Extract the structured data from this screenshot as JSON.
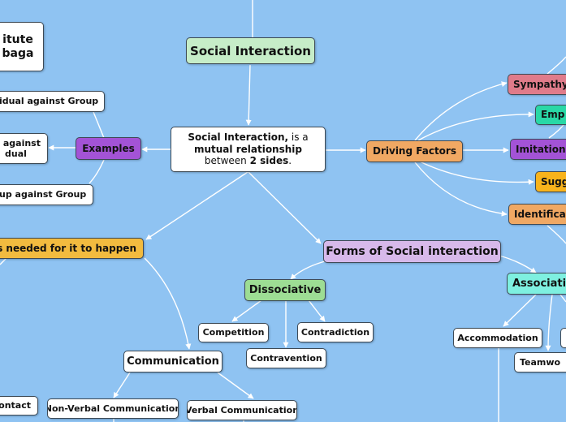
{
  "colors": {
    "background": "#8fc3f2",
    "edge": "#ffffff",
    "green": "#c6edc8",
    "purple_light": "#d7b9ea",
    "purple": "#a353d6",
    "orange": "#f0a863",
    "yellow": "#f2bb3f",
    "pink": "#e07b8a",
    "teal": "#29d8a6",
    "aqua": "#7ef0e0",
    "amber": "#f8b31c",
    "light_green": "#9ddd94",
    "white": "#ffffff"
  },
  "nodes": {
    "institute_line1": "itute",
    "institute_line2": "baga",
    "social_interaction_title": "Social Interaction",
    "central": {
      "part1_bold": "Social Interaction,",
      "part2": " is a",
      "line2_bold": "mutual relationship",
      "line3_a": "between ",
      "line3_b": "2 sides",
      "line3_c": "."
    },
    "examples": "Examples",
    "individual_against_group": "idual against Group",
    "individual_against_individual_line1": "l against",
    "individual_against_individual_line2": "dual",
    "group_against_group": "up against Group",
    "driving_factors": "Driving Factors",
    "sympathy": "Sympathy",
    "empathy": "Emp",
    "imitation": "Imitation",
    "suggestion": "Sugg",
    "identification": "Identifica",
    "conditions": "ns needed for it to happen",
    "communication": "Communication",
    "contact": "Contact",
    "non_verbal": "Non-Verbal Communication",
    "verbal": "Verbal Communication",
    "forms": "Forms of Social interaction",
    "dissociative": "Dissociative",
    "competition": "Competition",
    "contradiction": "Contradiction",
    "contravention": "Contravention",
    "associative": "Associativ",
    "accommodation": "Accommodation",
    "teamwork": "Teamwo"
  }
}
